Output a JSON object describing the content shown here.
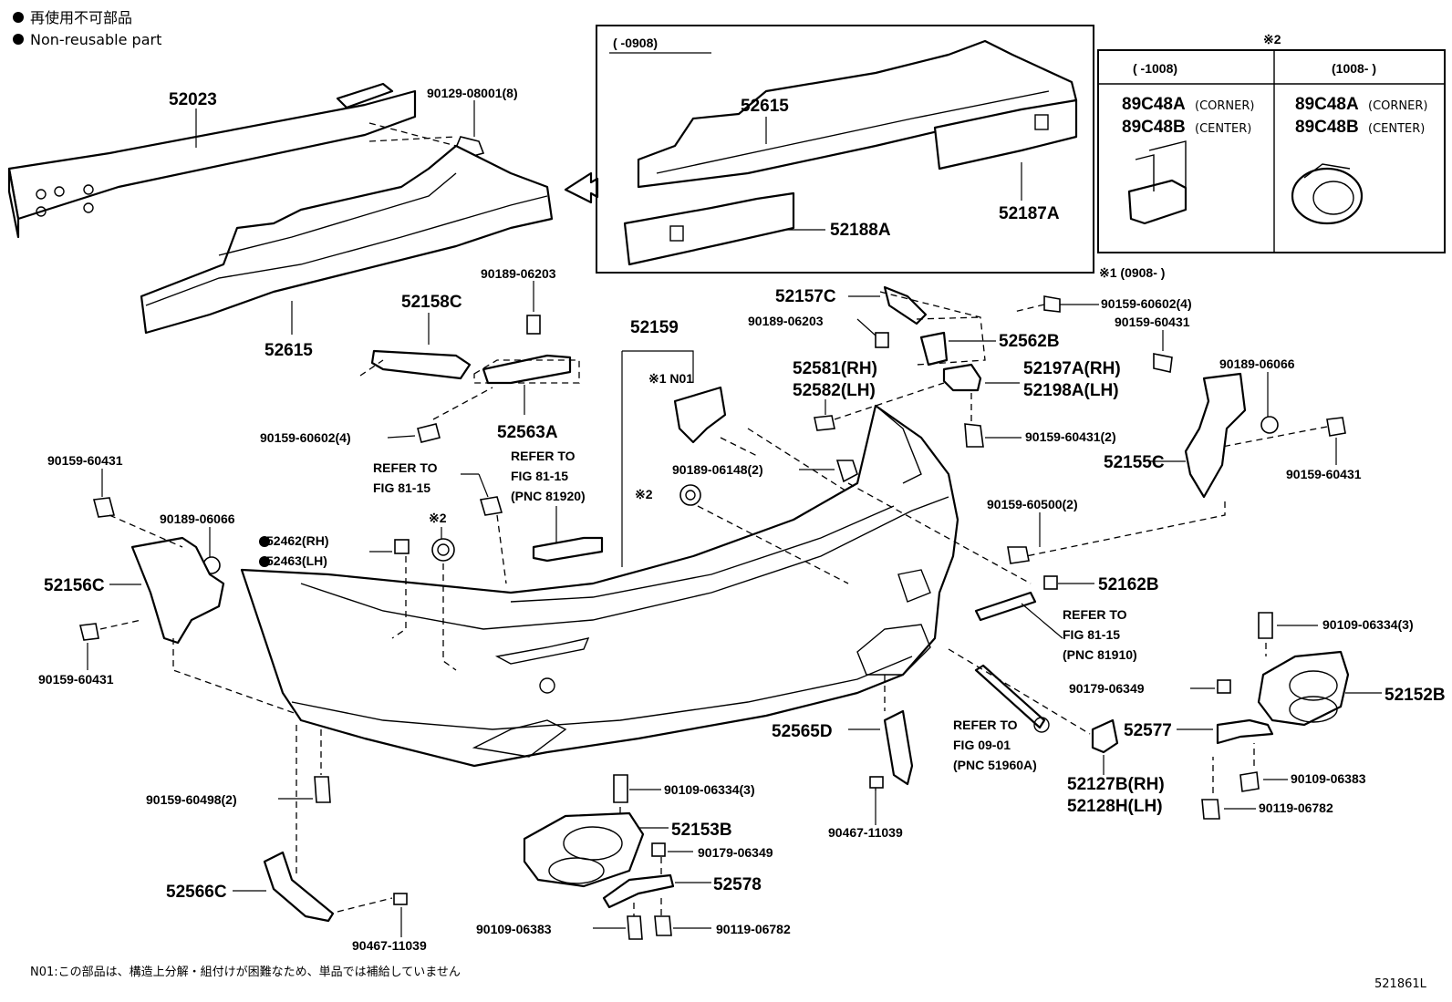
{
  "legend": {
    "jp": "再使用不可部品",
    "en": "Non-reusable part"
  },
  "inset_a": {
    "range": "(    -0908)"
  },
  "inset_b": {
    "note": "※2",
    "col1_range": "(    -1008)",
    "col2_range": "(1008-    )",
    "corner_code": "89C48A",
    "center_code": "89C48B",
    "corner_tag": "(CORNER)",
    "center_tag": "(CENTER)"
  },
  "note_x1": "※1 (0908-    )",
  "labels": {
    "l52023": "52023",
    "l90129": "90129-08001(8)",
    "l52615_top": "52615",
    "l52615_main": "52615",
    "l52188A": "52188A",
    "l52187A": "52187A",
    "l90189_06203a": "90189-06203",
    "l52158C": "52158C",
    "l52563A": "52563A",
    "l90159_60602a": "90159-60602(4)",
    "l52157C": "52157C",
    "l90189_06203b": "90189-06203",
    "l52562B": "52562B",
    "l90159_60602b": "90159-60602(4)",
    "l90159_60431a": "90159-60431",
    "l52159": "52159",
    "lN01": "※1 N01",
    "l52581": "52581(RH)",
    "l52582": "52582(LH)",
    "l52197A": "52197A(RH)",
    "l52198A": "52198A(LH)",
    "l90189_06066a": "90189-06066",
    "l90159_60431b": "90159-60431(2)",
    "l52155C": "52155C",
    "l90159_60431c": "90159-60431",
    "l90159_60431d": "90159-60431",
    "l90189_06066b": "90189-06066",
    "l52156C": "52156C",
    "l90159_60431e": "90159-60431",
    "l52462": "52462(RH)",
    "l52463": "52463(LH)",
    "lx2a": "※2",
    "lx2b": "※2",
    "refer1a": "REFER TO",
    "refer1b": "FIG 81-15",
    "refer2a": "REFER TO",
    "refer2b": "FIG 81-15",
    "refer2c": "(PNC 81920)",
    "l90189_06148": "90189-06148(2)",
    "l90159_60500": "90159-60500(2)",
    "l52162B": "52162B",
    "refer3a": "REFER TO",
    "refer3b": "FIG 81-15",
    "refer3c": "(PNC 81910)",
    "l90109_06334a": "90109-06334(3)",
    "l52152B": "52152B",
    "l90179_06349a": "90179-06349",
    "l52577": "52577",
    "l90109_06383a": "90109-06383",
    "l90119_06782a": "90119-06782",
    "l52565D": "52565D",
    "refer4a": "REFER TO",
    "refer4b": "FIG 09-01",
    "refer4c": "(PNC 51960A)",
    "l52127B": "52127B(RH)",
    "l52128H": "52128H(LH)",
    "l90467_11039a": "90467-11039",
    "l90159_60498": "90159-60498(2)",
    "l90109_06334b": "90109-06334(3)",
    "l52153B": "52153B",
    "l90179_06349b": "90179-06349",
    "l52578": "52578",
    "l90109_06383b": "90109-06383",
    "l90119_06782b": "90119-06782",
    "l52566C": "52566C",
    "l90467_11039b": "90467-11039"
  },
  "footnote": "N01:この部品は、構造上分解・組付けが困難なため、単品では補給していません",
  "diagram_id": "521861L"
}
